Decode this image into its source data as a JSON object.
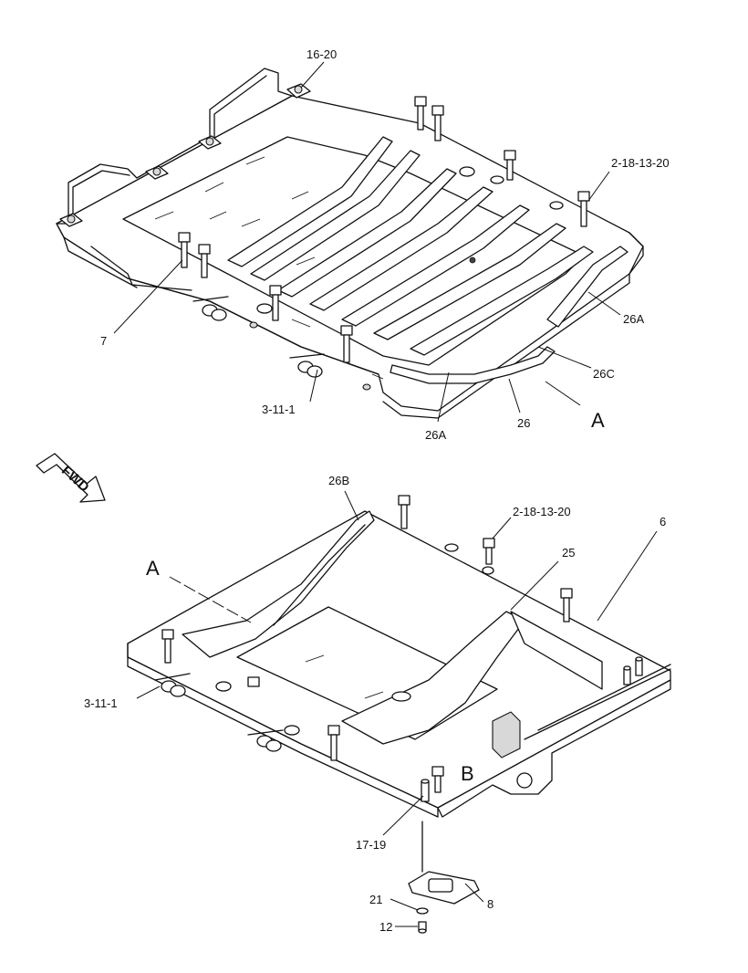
{
  "labels": {
    "top_16_20": "16-20",
    "top_2_18_13_20": "2-18-13-20",
    "top_7": "7",
    "top_26A_right": "26A",
    "top_26C": "26C",
    "top_26": "26",
    "top_A": "A",
    "top_26A_bottom": "26A",
    "top_3_11_1": "3-11-1",
    "fwd_arrow": "FWD",
    "bot_26B": "26B",
    "bot_2_18_13_20": "2-18-13-20",
    "bot_6": "6",
    "bot_25": "25",
    "bot_A": "A",
    "bot_3_11_1": "3-11-1",
    "bot_B": "B",
    "bot_17_19": "17-19",
    "bot_21": "21",
    "bot_8": "8",
    "bot_12": "12"
  }
}
